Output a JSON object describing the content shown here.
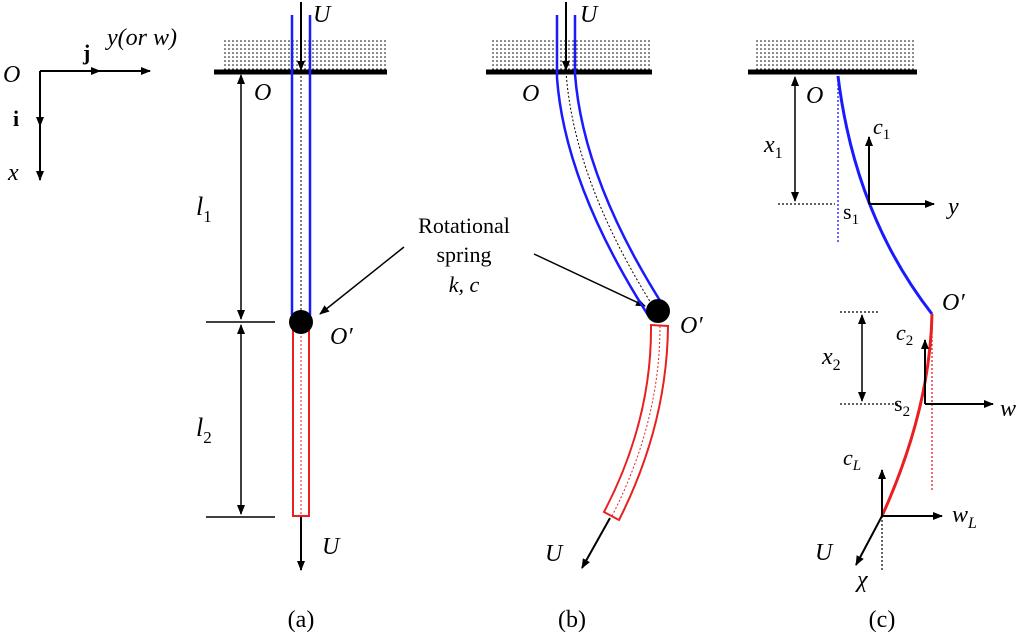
{
  "axes": {
    "origin": "O",
    "i": "i",
    "j": "j",
    "x": "x",
    "y": "y(or w)"
  },
  "panel_a": {
    "origin": "O",
    "hinge": "O′",
    "top_force": "U",
    "bottom_force": "U",
    "l1": "l",
    "l1_sub": "1",
    "l2": "l",
    "l2_sub": "2"
  },
  "spring": {
    "line1": "Rotational",
    "line2": "spring",
    "line3": "k, c"
  },
  "panel_b": {
    "origin": "O",
    "hinge": "O′",
    "top_force": "U",
    "bottom_force": "U"
  },
  "panel_c": {
    "origin": "O",
    "hinge": "O′",
    "x1": "x",
    "x1_sub": "1",
    "c1": "c",
    "c1_sub": "1",
    "s1": "s",
    "s1_sub": "1",
    "y": "y",
    "x2": "x",
    "x2_sub": "2",
    "c2": "c",
    "c2_sub": "2",
    "s2": "s",
    "s2_sub": "2",
    "w": "w",
    "cL": "c",
    "cL_sub": "L",
    "wL": "w",
    "wL_sub": "L",
    "U": "U",
    "chi": "χ"
  },
  "captions": {
    "a": "(a)",
    "b": "(b)",
    "c": "(c)"
  },
  "colors": {
    "upper_beam": "#1a1aff",
    "lower_beam": "#e82020",
    "ink": "#000000"
  }
}
